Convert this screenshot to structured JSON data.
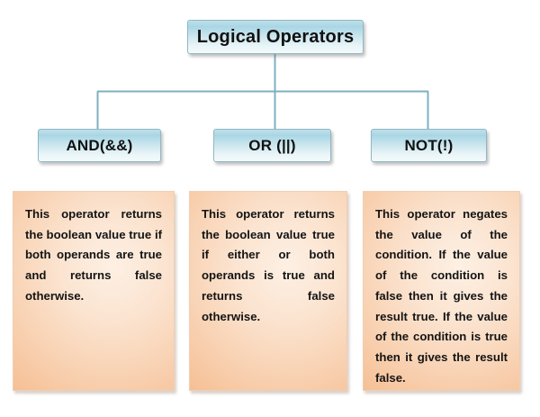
{
  "diagram": {
    "title": "Logical Operators",
    "type": "hierarchy-tree",
    "root": {
      "label": "Logical Operators"
    },
    "operators": [
      {
        "id": "and",
        "label": "AND(&&)",
        "description": "This operator returns the boolean value true if both operands are true and returns false otherwise."
      },
      {
        "id": "or",
        "label": "OR (||)",
        "description": "This operator returns the boolean value true if either or both operands is true and returns false otherwise."
      },
      {
        "id": "not",
        "label": "NOT(!)",
        "description": "This operator negates the value of the condition. If the value of the condition is false then it gives the result true. If the value of the condition is true then it gives the result false."
      }
    ],
    "colors": {
      "node_fill_light": "#e9f5f8",
      "node_fill_dark": "#a9d6e4",
      "node_border": "#8fb8c4",
      "connector": "#7fb0bf",
      "card_fill_light": "#fdf0e4",
      "card_fill_dark": "#f4b583",
      "card_border": "#f0cfb2",
      "text": "#111111",
      "background": "#ffffff"
    }
  }
}
